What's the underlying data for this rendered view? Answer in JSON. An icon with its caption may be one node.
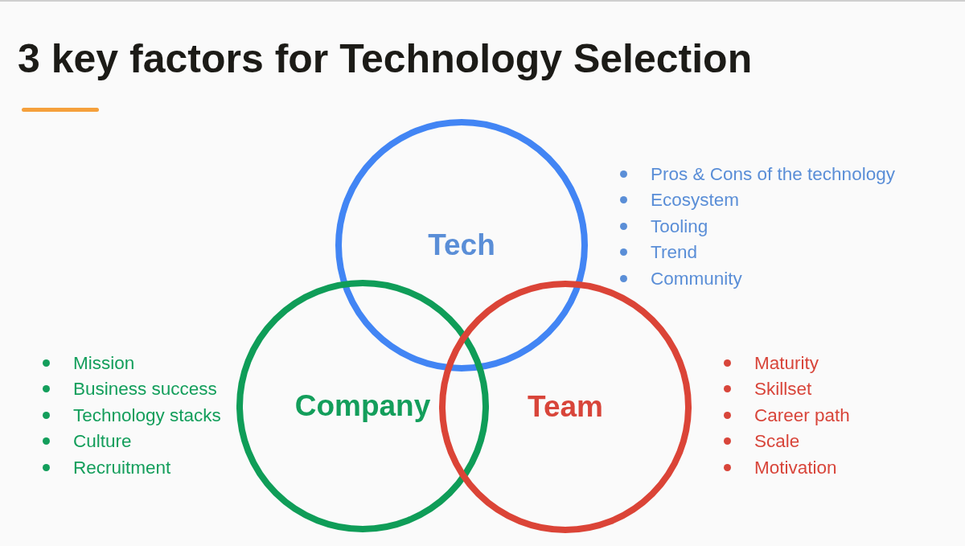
{
  "diagram": {
    "title": "3 key factors for Technology Selection",
    "nodes": [
      {
        "text": [
          "Tech"
        ]
      },
      {
        "text": [
          "Company"
        ],
        "beside": [
          "Mission",
          "Business success",
          "Technology stacks",
          "Culture",
          "Recruitment"
        ]
      },
      {
        "text": [
          "Team"
        ],
        "beside": [
          "Maturity",
          "Skillset",
          "Career path",
          "Scale",
          "Motivation"
        ]
      }
    ],
    "labels": [
      "Pros & Cons of the technology",
      "Ecosystem",
      "Tooling",
      "Trend",
      "Community"
    ]
  }
}
